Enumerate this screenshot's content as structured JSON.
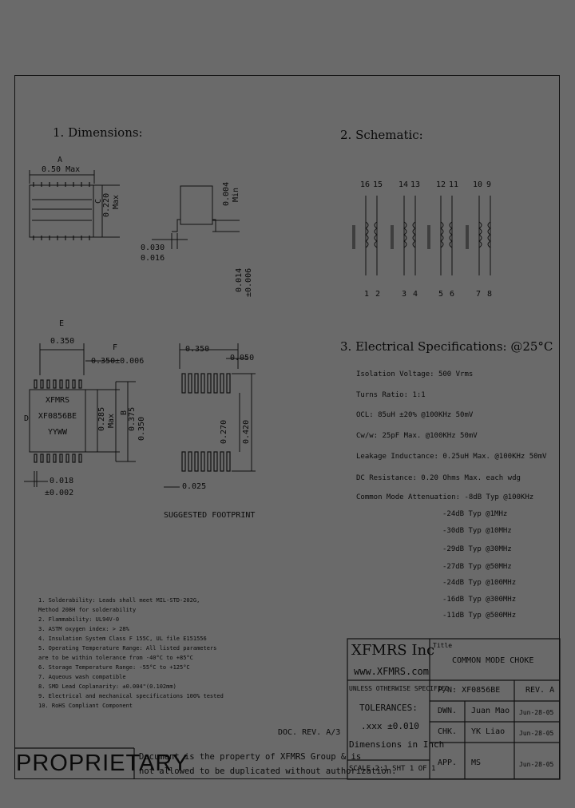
{
  "headings": {
    "dimensions": "1. Dimensions:",
    "schematic": "2. Schematic:",
    "electrical": "3. Electrical   Specifications: @25°C"
  },
  "dims": {
    "A": "A",
    "a_val": "0.50 Max",
    "C": "C",
    "c_val": "0.220",
    "c_max": "Max",
    "min_top": "0.004",
    "min_top2": "Min",
    "lead_w1": "0.030",
    "lead_w2": "0.016",
    "lead_t1": "0.014",
    "lead_t2": "±0.006",
    "E": "E",
    "e_val": "0.350",
    "F": "F",
    "f_val": "0.350±0.006",
    "D": "D",
    "b_285": "0.285",
    "b_max": "Max",
    "B": "B",
    "b_375": "0.375",
    "b_350": "0.350",
    "pin1": "0.018",
    "pin2": "±0.002",
    "fp_350": "0.350",
    "fp_050": "0.050",
    "fp_270": "0.270",
    "fp_420": "0.420",
    "fp_025": "0.025",
    "footprint": "SUGGESTED FOOTPRINT"
  },
  "part_marking": {
    "brand": "XFMRS",
    "pn": "XF0856BE",
    "code": "YYWW"
  },
  "schematic": {
    "top_pins": [
      "16",
      "15",
      "14",
      "13",
      "12",
      "11",
      "10",
      "9"
    ],
    "bottom_pins": [
      "1",
      "2",
      "3",
      "4",
      "5",
      "6",
      "7",
      "8"
    ]
  },
  "specs": [
    "Isolation Voltage:  500 Vrms",
    "Turns Ratio:  1:1",
    "OCL: 85uH ±20% @100KHz 50mV",
    "Cw/w: 25pF Max. @100KHz 50mV",
    "Leakage Inductance: 0.25uH Max. @100KHz 50mV",
    "DC Resistance: 0.20 Ohms Max. each wdg",
    "Common Mode Attenuation: -8dB Typ @100KHz",
    "-24dB Typ @1MHz",
    "-30dB Typ @10MHz",
    "-29dB Typ @30MHz",
    "-27dB Typ @50MHz",
    "-24dB Typ @100MHz",
    "-16dB Typ @300MHz",
    "-11dB Typ @500MHz"
  ],
  "notes": [
    "1. Solderability: Leads shall meet MIL-STD-202G,",
    "    Method 208H for solderability",
    "2. Flammability: UL94V-0",
    "3. ASTM oxygen index: > 28%",
    "4. Insulation System Class F 155C, UL file E151556",
    "5. Operating Temperature Range: All listed parameters",
    "    are to be within tolerance from -40°C to +85°C",
    "6. Storage Temperature Range: -55°C to +125°C",
    "7. Aqueous wash compatible",
    "8. SMD Lead Coplanarity: ±0.004\"(0.102mm)",
    "9. Electrical and mechanical specifications 100% tested",
    "10. RoHS Compliant Component"
  ],
  "doc_rev": "DOC. REV. A/3",
  "proprietary": "PROPRIETARY",
  "disclaimer": [
    "Document is the property of XFMRS Group & is",
    "not allowed to be duplicated without authorization."
  ],
  "title_block": {
    "company": "XFMRS Inc",
    "website": "www.XFMRS.com",
    "title_label": "Title",
    "title": "COMMON MODE CHOKE",
    "unless": "UNLESS OTHERWISE SPECIFIED",
    "tolerances": "TOLERANCES:",
    "tol_val": ".xxx ±0.010",
    "dims_in": "Dimensions in Inch",
    "scale": "SCALE 2:1  SHT 1 OF 1",
    "pn": "P/N: XF0856BE",
    "rev": "REV. A",
    "rows": [
      {
        "label": "DWN.",
        "name": "Juan Mao",
        "date": "Jun-28-05"
      },
      {
        "label": "CHK.",
        "name": "YK Liao",
        "date": "Jun-28-05"
      },
      {
        "label": "APP.",
        "name": "MS",
        "date": "Jun-28-05"
      }
    ]
  }
}
